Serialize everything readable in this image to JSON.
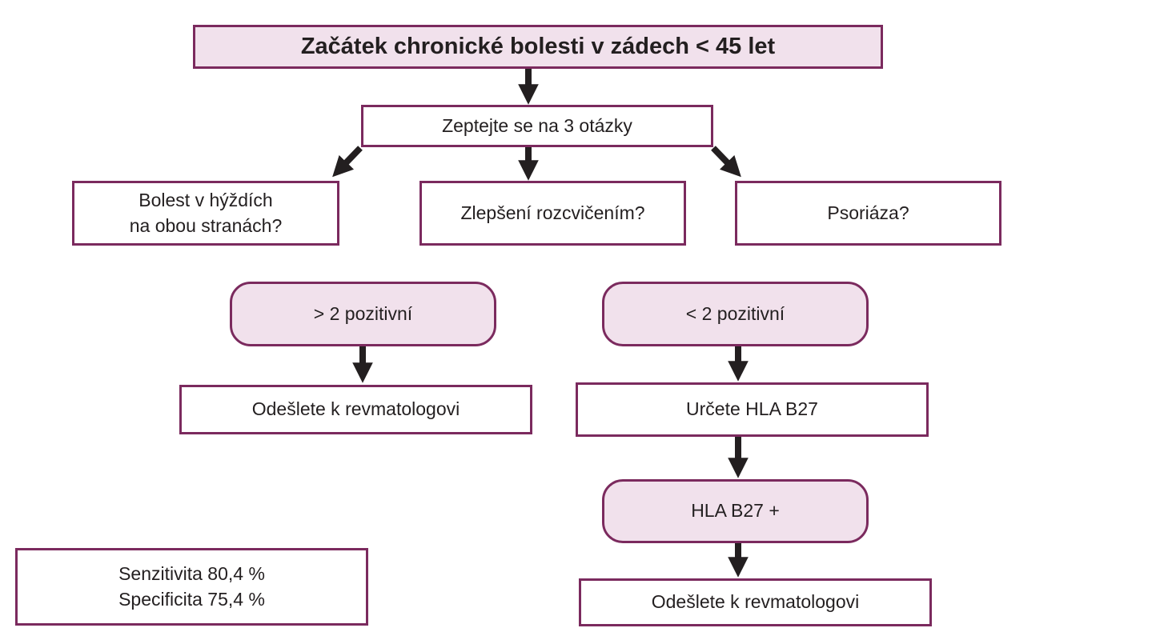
{
  "diagram": {
    "title": "Začátek chronické bolesti v zádech < 45 let",
    "ask": "Zeptejte se na 3 otázky",
    "questions": {
      "q1_line1": "Bolest v hýždích",
      "q1_line2": "na obou stranách?",
      "q2": "Zlepšení rozcvičením?",
      "q3": "Psoriáza?"
    },
    "positive_more": "> 2 pozitivní",
    "positive_less": "< 2 pozitivní",
    "refer_left": "Odešlete k revmatologovi",
    "determine_hla": "Určete HLA B27",
    "hla_positive": "HLA B27 +",
    "refer_right": "Odešlete k revmatologovi",
    "stats": {
      "sensitivity": "Senzitivita 80,4 %",
      "specificity": "Specificita 75,4 %"
    }
  },
  "colors": {
    "border": "#7b2a5e",
    "fill": "#f1e1ec",
    "arrow": "#231f20",
    "text": "#231f20"
  }
}
